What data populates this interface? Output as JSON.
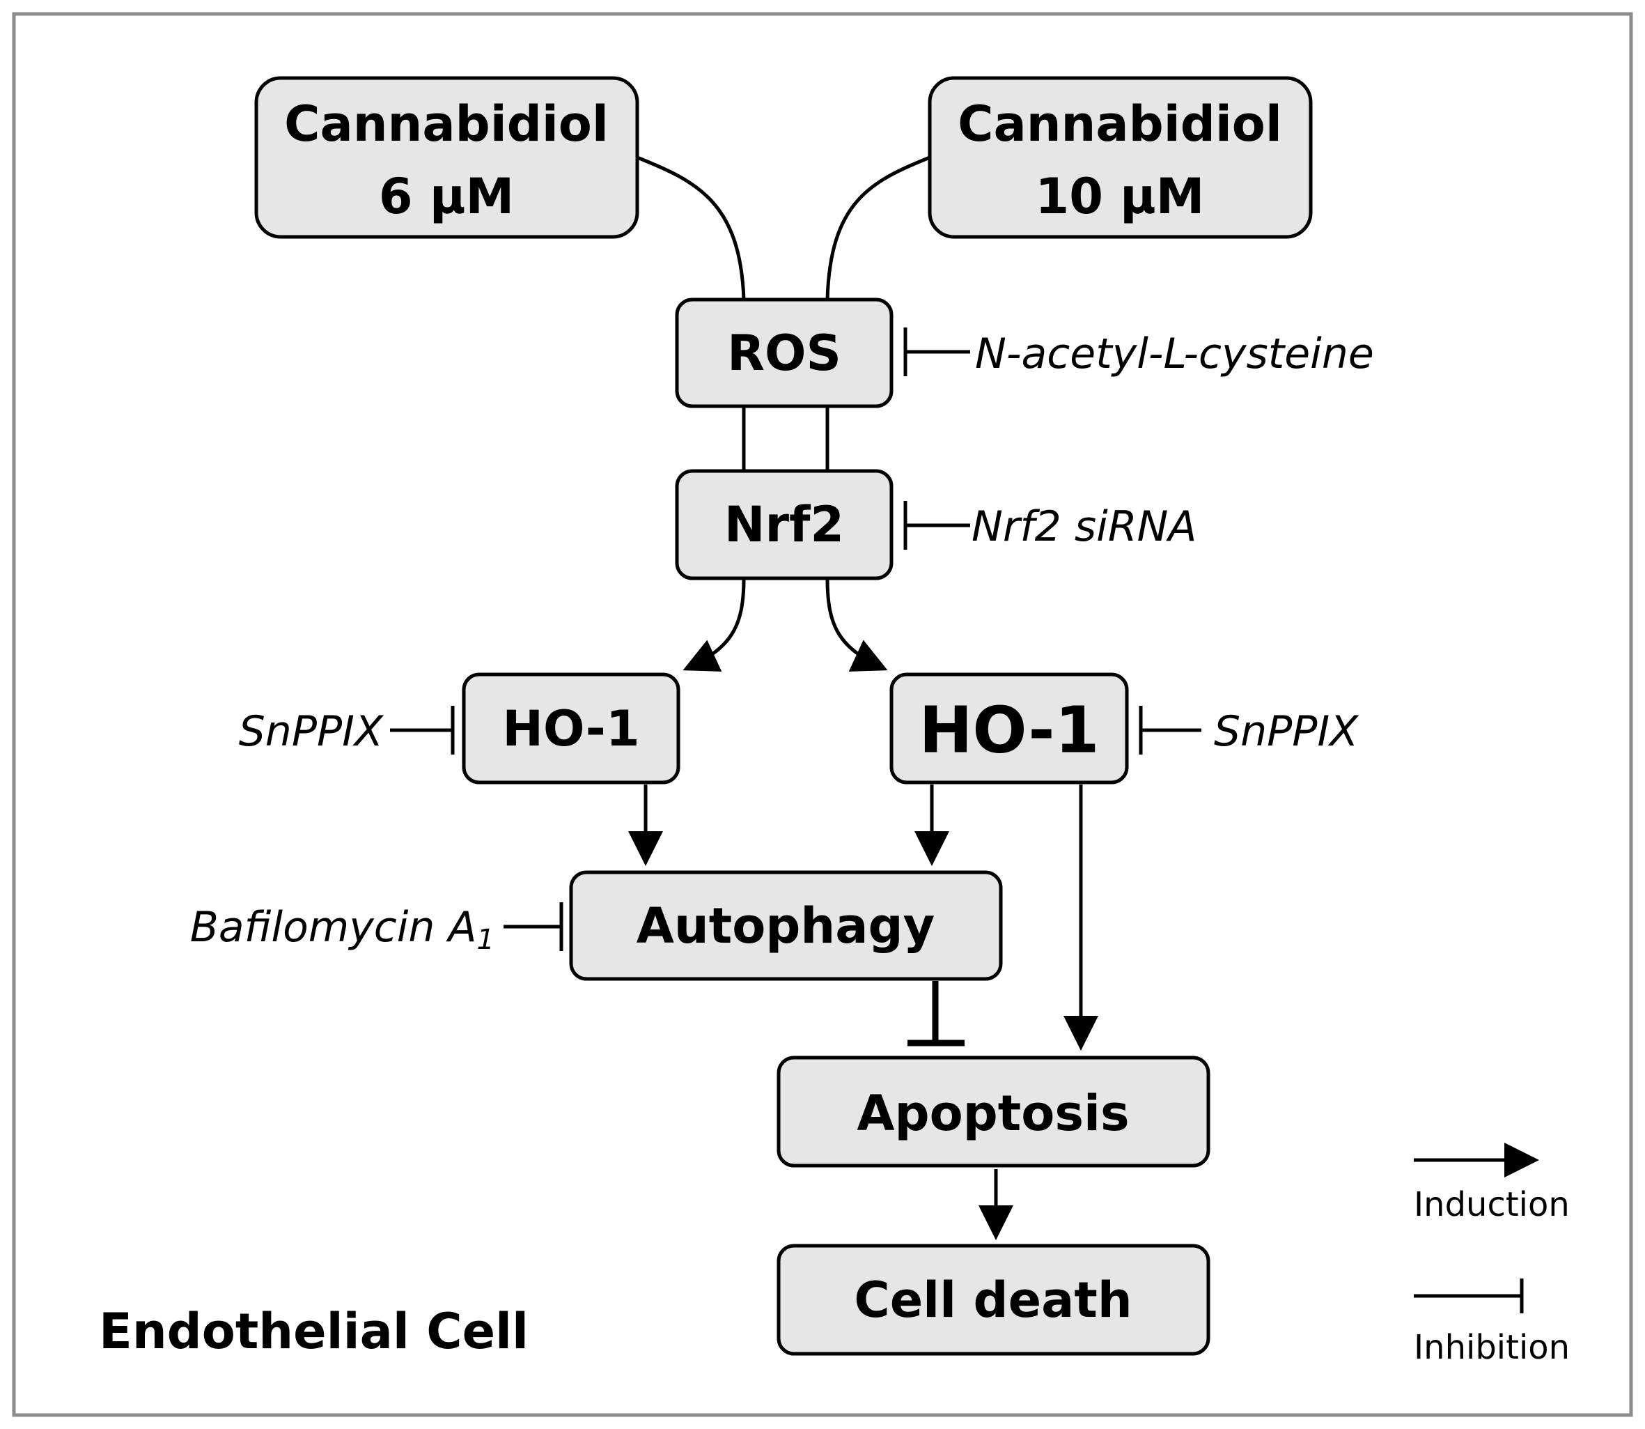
{
  "nodes": {
    "cbd_low": {
      "line1": "Cannabidiol",
      "line2": "6 µM"
    },
    "cbd_high": {
      "line1": "Cannabidiol",
      "line2": "10 µM"
    },
    "ros": {
      "label": "ROS"
    },
    "nrf2": {
      "label": "Nrf2"
    },
    "ho1_low": {
      "label": "HO-1"
    },
    "ho1_high": {
      "label": "HO-1"
    },
    "autophagy": {
      "label": "Autophagy"
    },
    "apoptosis": {
      "label": "Apoptosis"
    },
    "cell_death": {
      "label": "Cell death"
    }
  },
  "inhibitors": {
    "ros": "N-acetyl-L-cysteine",
    "nrf2": "Nrf2 siRNA",
    "ho1_low": "SnPPIX",
    "ho1_high": "SnPPIX",
    "autophagy": {
      "text": "Bafilomycin A",
      "subscript": "1"
    }
  },
  "legend": {
    "induction": "Induction",
    "inhibition": "Inhibition"
  },
  "cell_label": "Endothelial Cell",
  "colors": {
    "box_fill": "#e6e6e6",
    "stroke": "#000000",
    "frame": "#8c8c8c"
  }
}
